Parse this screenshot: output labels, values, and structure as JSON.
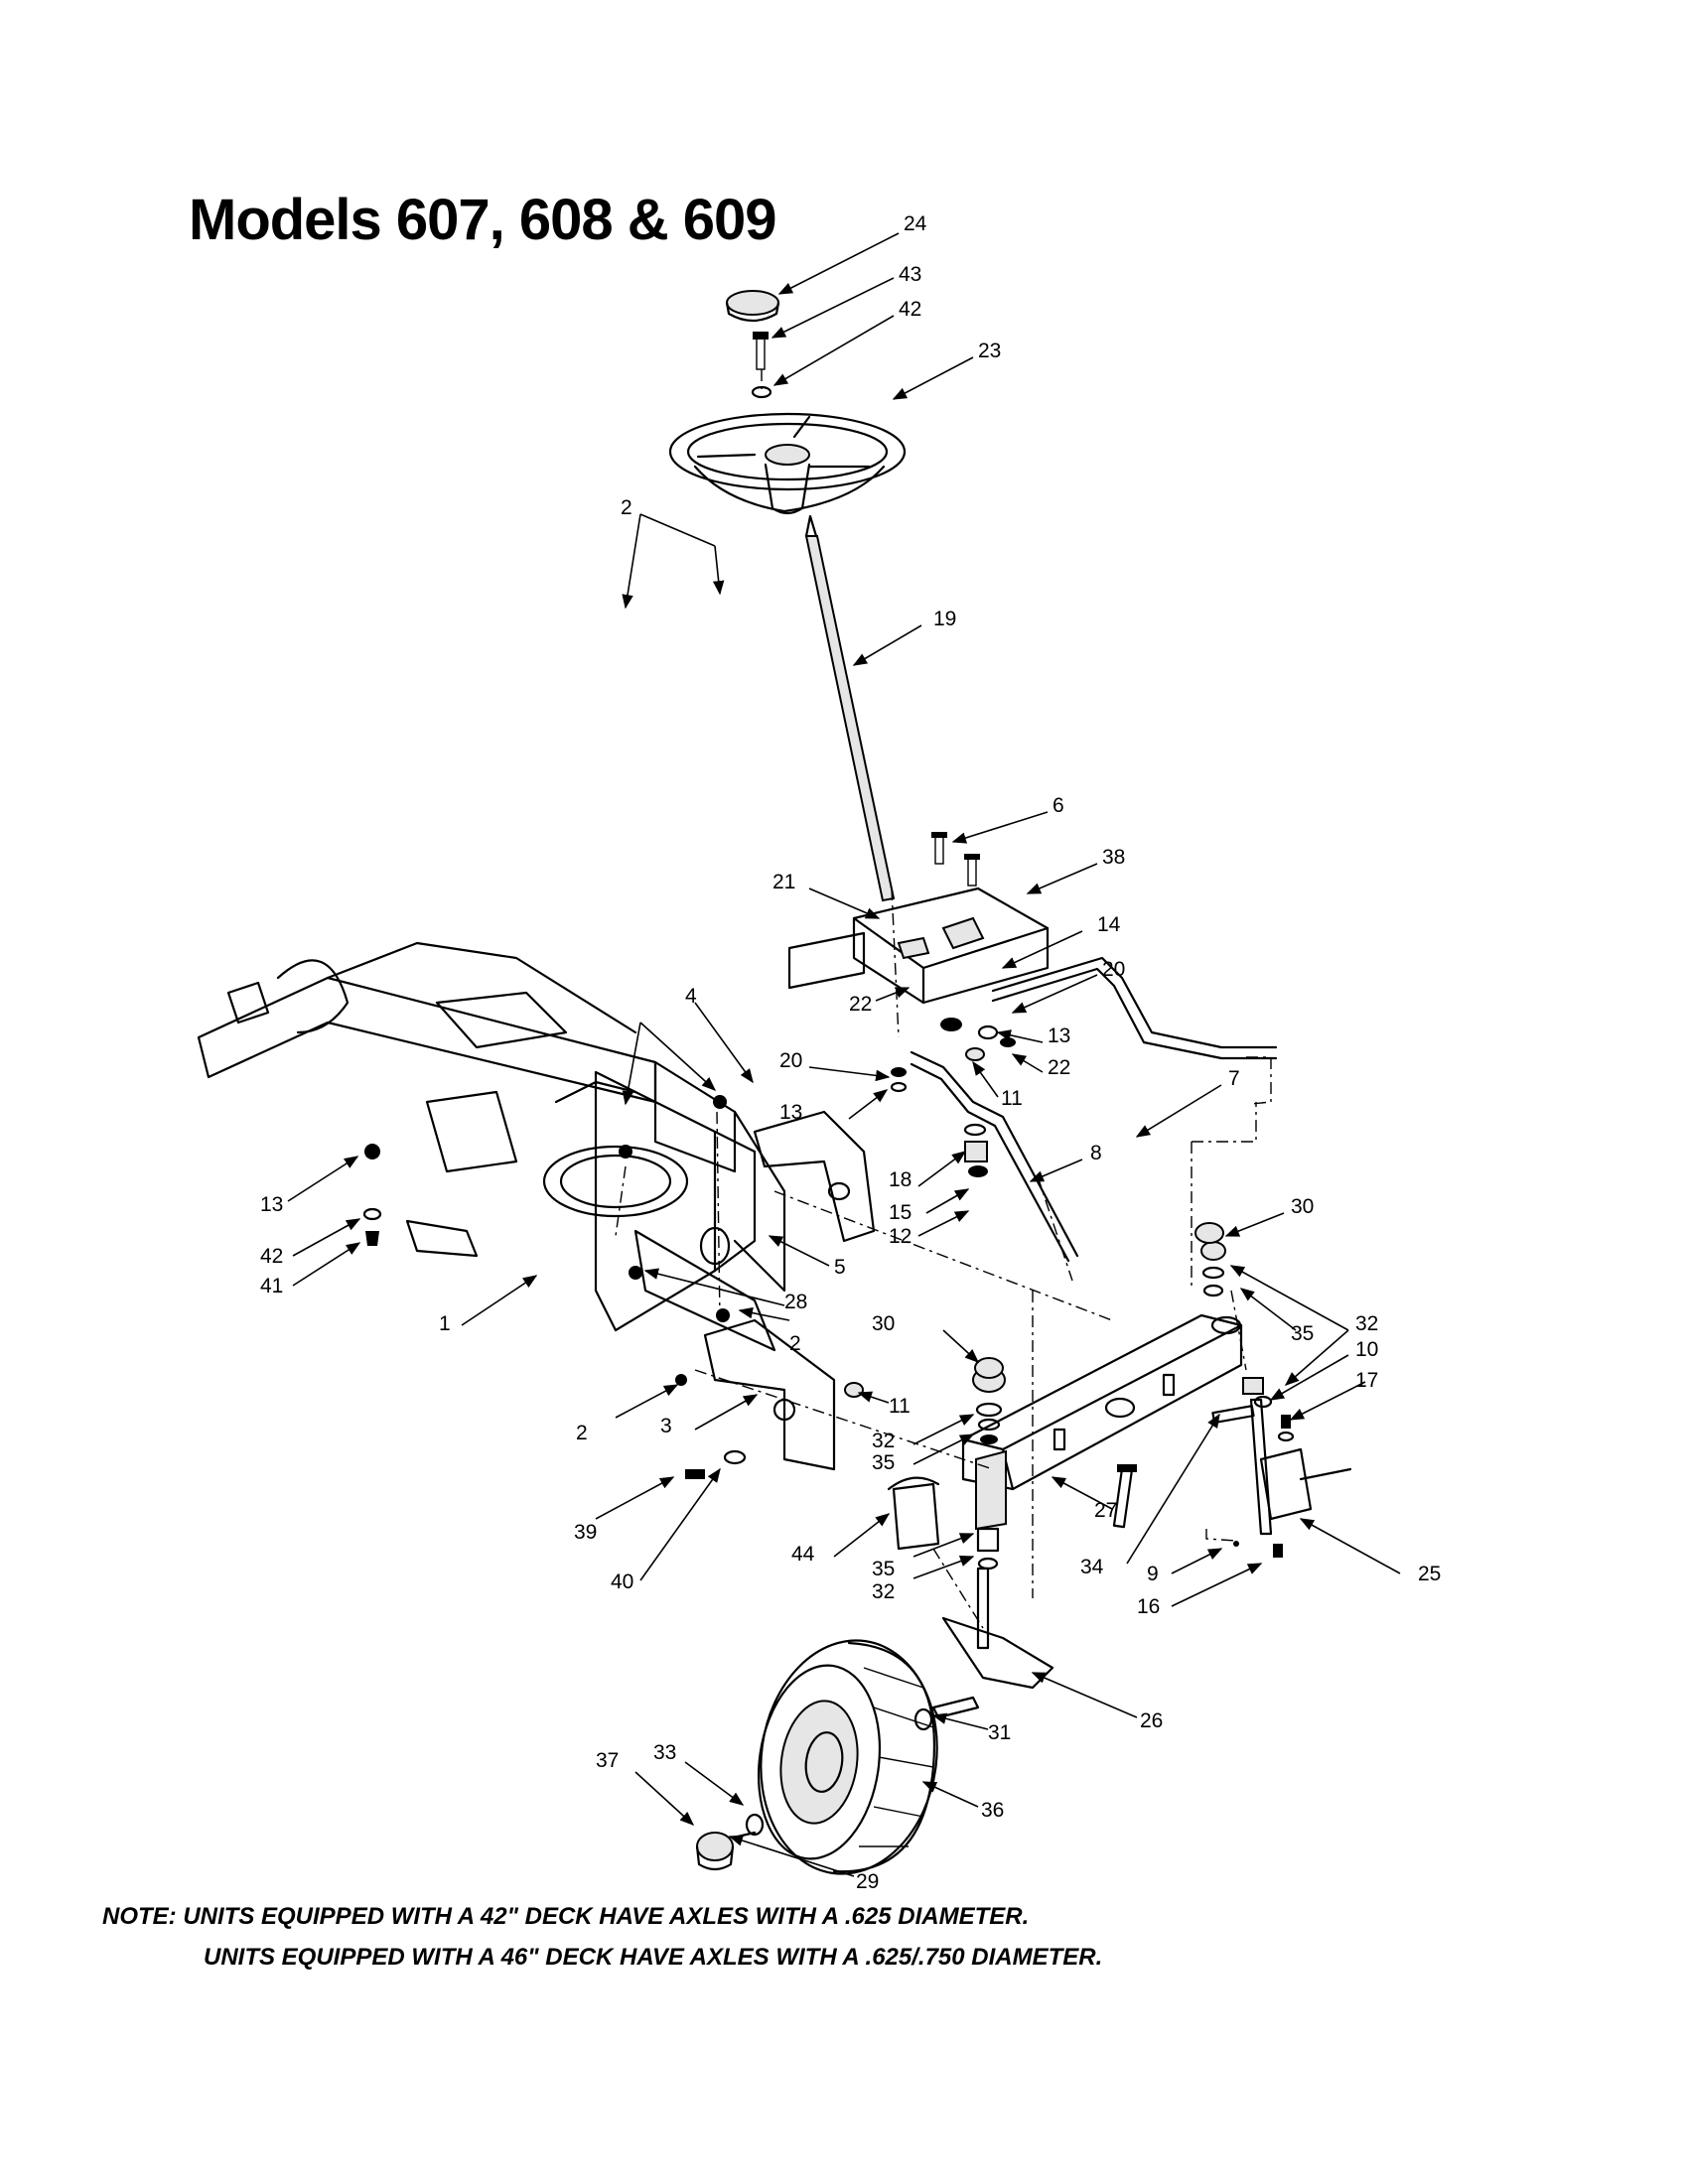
{
  "title": "Models 607, 608 & 609",
  "notes": [
    "NOTE: UNITS EQUIPPED WITH A 42\" DECK HAVE AXLES WITH A .625 DIAMETER.",
    "UNITS EQUIPPED WITH A 46\" DECK HAVE AXLES WITH A .625/.750 DIAMETER."
  ],
  "callouts": [
    {
      "id": "24",
      "label": "24"
    },
    {
      "id": "43",
      "label": "43"
    },
    {
      "id": "42a",
      "label": "42"
    },
    {
      "id": "23",
      "label": "23"
    },
    {
      "id": "19",
      "label": "19"
    },
    {
      "id": "6",
      "label": "6"
    },
    {
      "id": "38",
      "label": "38"
    },
    {
      "id": "21",
      "label": "21"
    },
    {
      "id": "14",
      "label": "14"
    },
    {
      "id": "20a",
      "label": "20"
    },
    {
      "id": "7",
      "label": "7"
    },
    {
      "id": "2a",
      "label": "2"
    },
    {
      "id": "4",
      "label": "4"
    },
    {
      "id": "20b",
      "label": "20"
    },
    {
      "id": "13a",
      "label": "13"
    },
    {
      "id": "22a",
      "label": "22"
    },
    {
      "id": "13b",
      "label": "13"
    },
    {
      "id": "22b",
      "label": "22"
    },
    {
      "id": "11a",
      "label": "11"
    },
    {
      "id": "18",
      "label": "18"
    },
    {
      "id": "8",
      "label": "8"
    },
    {
      "id": "15",
      "label": "15"
    },
    {
      "id": "12",
      "label": "12"
    },
    {
      "id": "13c",
      "label": "13"
    },
    {
      "id": "42b",
      "label": "42"
    },
    {
      "id": "41",
      "label": "41"
    },
    {
      "id": "1",
      "label": "1"
    },
    {
      "id": "5",
      "label": "5"
    },
    {
      "id": "28",
      "label": "28"
    },
    {
      "id": "30a",
      "label": "30"
    },
    {
      "id": "32a",
      "label": "32"
    },
    {
      "id": "35a",
      "label": "35"
    },
    {
      "id": "10",
      "label": "10"
    },
    {
      "id": "17",
      "label": "17"
    },
    {
      "id": "2b",
      "label": "2"
    },
    {
      "id": "30b",
      "label": "30"
    },
    {
      "id": "11b",
      "label": "11"
    },
    {
      "id": "2c",
      "label": "2"
    },
    {
      "id": "3",
      "label": "3"
    },
    {
      "id": "32b",
      "label": "32"
    },
    {
      "id": "35b",
      "label": "35"
    },
    {
      "id": "27",
      "label": "27"
    },
    {
      "id": "39",
      "label": "39"
    },
    {
      "id": "44",
      "label": "44"
    },
    {
      "id": "35c",
      "label": "35"
    },
    {
      "id": "32c",
      "label": "32"
    },
    {
      "id": "34",
      "label": "34"
    },
    {
      "id": "9",
      "label": "9"
    },
    {
      "id": "16",
      "label": "16"
    },
    {
      "id": "25",
      "label": "25"
    },
    {
      "id": "40",
      "label": "40"
    },
    {
      "id": "26",
      "label": "26"
    },
    {
      "id": "31",
      "label": "31"
    },
    {
      "id": "33",
      "label": "33"
    },
    {
      "id": "37",
      "label": "37"
    },
    {
      "id": "36",
      "label": "36"
    },
    {
      "id": "29",
      "label": "29"
    }
  ]
}
